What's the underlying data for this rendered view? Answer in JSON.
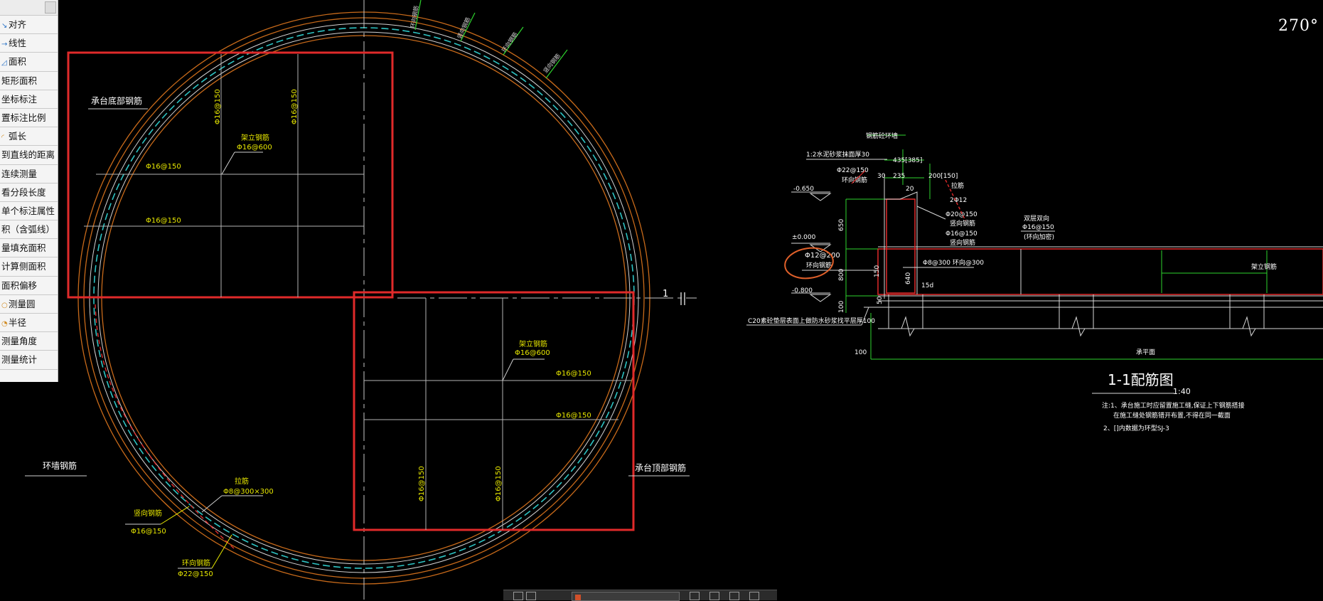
{
  "toolbar": {
    "items": [
      {
        "label": "对齐",
        "icon": "align-icon"
      },
      {
        "label": "线性",
        "icon": "linear-dim-icon"
      },
      {
        "label": "面积",
        "icon": "area-icon"
      },
      {
        "label": "矩形面积",
        "icon": ""
      },
      {
        "label": "坐标标注",
        "icon": ""
      },
      {
        "label": "置标注比例",
        "icon": ""
      },
      {
        "label": "弧长",
        "icon": "arc-length-icon"
      },
      {
        "label": "到直线的距离",
        "icon": ""
      },
      {
        "label": "连续测量",
        "icon": ""
      },
      {
        "label": "看分段长度",
        "icon": ""
      },
      {
        "label": "单个标注属性",
        "icon": ""
      },
      {
        "label": "积（含弧线）",
        "icon": ""
      },
      {
        "label": "量填充面积",
        "icon": ""
      },
      {
        "label": "计算侧面积",
        "icon": ""
      },
      {
        "label": "面积偏移",
        "icon": ""
      },
      {
        "label": "测量圆",
        "icon": "circle-icon"
      },
      {
        "label": "半径",
        "icon": "radius-icon"
      },
      {
        "label": "测量角度",
        "icon": ""
      },
      {
        "label": "测量统计",
        "icon": ""
      }
    ]
  },
  "viewport": {
    "angle": "270°"
  },
  "plan": {
    "top_tags": [
      "环向钢筋",
      "竖向钢筋",
      "环向钢筋",
      "竖向钢筋"
    ],
    "bottom_label": "承台底部钢筋",
    "top_right_label": "承台顶部钢筋",
    "ring_label": "环墙钢筋",
    "erect": "架立钢筋",
    "erect_spec": "Φ16@600",
    "rebar_a": "Φ16@150",
    "tie": "拉筋",
    "tie_spec": "Φ8@300×300",
    "vert": "竖向钢筋",
    "vert_spec": "Φ16@150",
    "hoop": "环向钢筋",
    "hoop_spec": "Φ22@150",
    "section_mark": "1"
  },
  "section": {
    "title": "1-1配筋图",
    "scale": "1:40",
    "wall_top": "钢筋砼环墙",
    "mortar": "1:2水泥砂浆抹面厚30",
    "elev1": "-0.650",
    "elev2": "±0.000",
    "elev3": "-0.800",
    "d_435": "435[385]",
    "d_30": "30",
    "d_235": "235",
    "d_20": "20",
    "d_200": "200[150]",
    "h_650": "650",
    "h_800": "800",
    "h_150": "150",
    "h_100": "100",
    "h_640": "640",
    "h_15d": "15d",
    "h_50": "50",
    "w_100": "100",
    "ring_spec": "Φ22@150",
    "ring_txt": "环向钢筋",
    "tie_txt": "拉筋",
    "tie_spec": "2Φ12",
    "r20": "Φ20@150",
    "r16": "Φ16@150",
    "vert_txt": "竖向钢筋",
    "circ_spec": "Φ12@200",
    "circ_txt": "环向钢筋",
    "stirrup": "Φ8@300 环向@300",
    "two_way": "双层双向",
    "two_way_spec": "Φ16@150",
    "two_way_sub": "(环向加密)",
    "erect": "架立钢筋",
    "cushion": "C20素砼垫层表面上做防水砂浆找平层厚100",
    "pile_text": "承平面",
    "note1": "注:1、承台施工时应留置施工缝,保证上下钢筋搭接",
    "note1b": "在施工缝处钢筋错开布置,不得在同一截面",
    "note2": "2、[]内数据为环型SJ-3"
  },
  "bottom_bar": {
    "tab_label": ""
  }
}
